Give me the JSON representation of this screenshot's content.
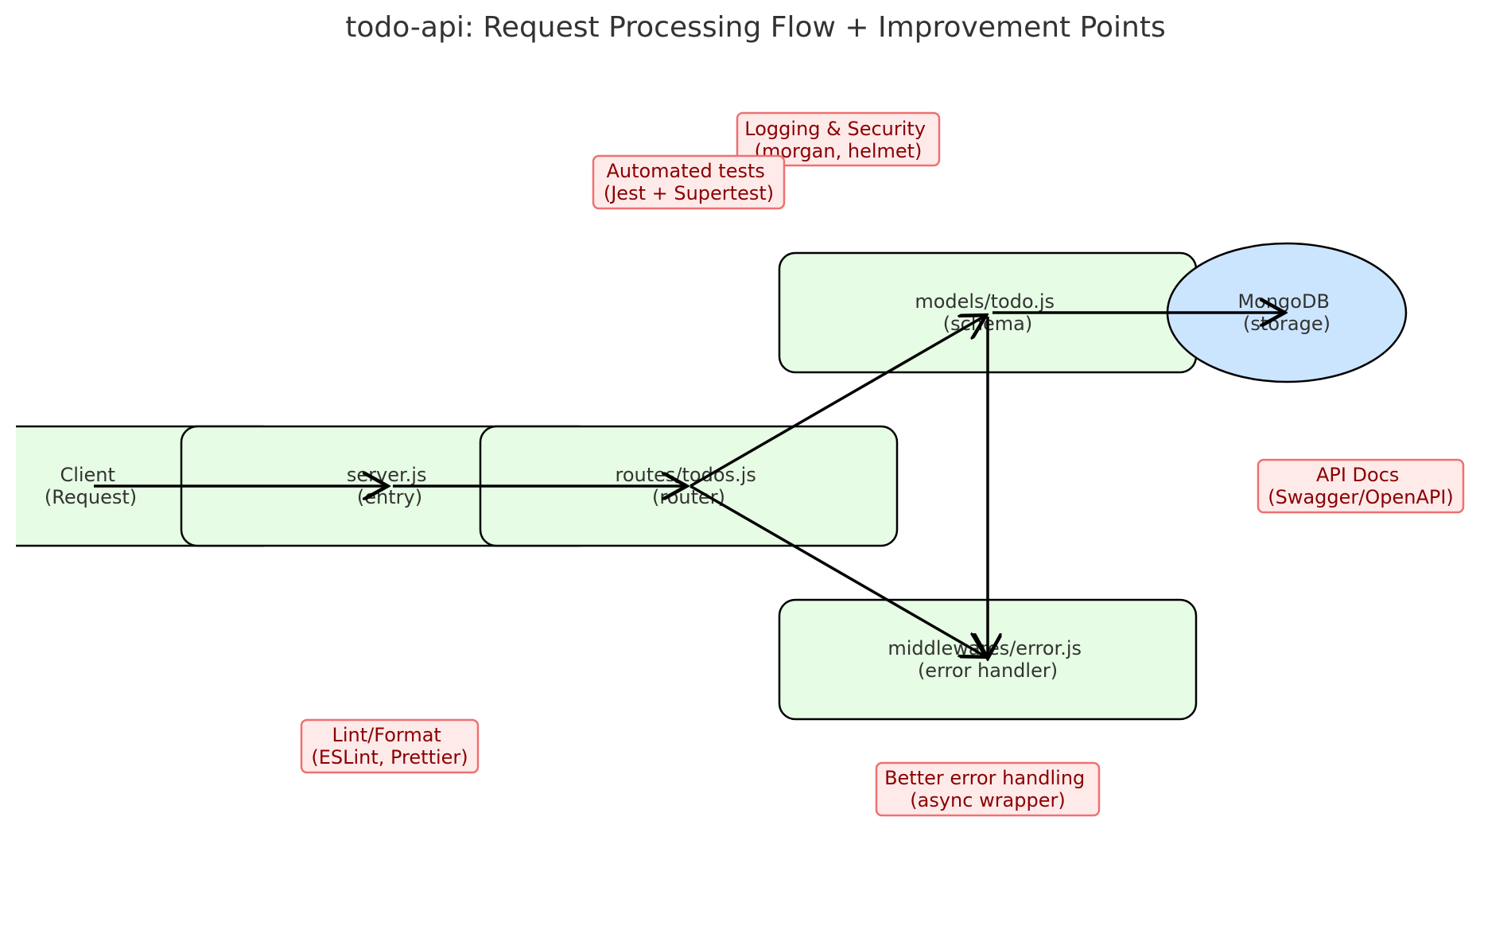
{
  "title": "todo-api: Request Processing Flow + Improvement Points",
  "colors": {
    "node_fill": "#e6fce4",
    "store_fill": "#cce5ff",
    "note_fill": "#ffeaea",
    "note_border": "#f07070",
    "note_text": "#8b0000"
  },
  "nodes": {
    "client": {
      "line1": "Client",
      "line2": "(Request)"
    },
    "server": {
      "line1": "server.js",
      "line2": "(entry)"
    },
    "routes": {
      "line1": "routes/todos.js",
      "line2": "(router)"
    },
    "models": {
      "line1": "models/todo.js",
      "line2": "(schema)"
    },
    "middleware": {
      "line1": "middlewares/error.js",
      "line2": "(error handler)"
    },
    "mongodb": {
      "line1": "MongoDB",
      "line2": "(storage)"
    }
  },
  "edges": [
    {
      "from": "client",
      "to": "server"
    },
    {
      "from": "server",
      "to": "routes"
    },
    {
      "from": "routes",
      "to": "models"
    },
    {
      "from": "routes",
      "to": "middleware"
    },
    {
      "from": "models",
      "to": "mongodb"
    },
    {
      "from": "models",
      "to": "middleware"
    }
  ],
  "notes": {
    "logging": {
      "line1": "Logging & Security",
      "line2": "(morgan, helmet)"
    },
    "tests": {
      "line1": "Automated tests",
      "line2": "(Jest + Supertest)"
    },
    "docs": {
      "line1": "API Docs",
      "line2": "(Swagger/OpenAPI)"
    },
    "lint": {
      "line1": "Lint/Format",
      "line2": "(ESLint, Prettier)"
    },
    "errors": {
      "line1": "Better error handling",
      "line2": "(async wrapper)"
    }
  }
}
